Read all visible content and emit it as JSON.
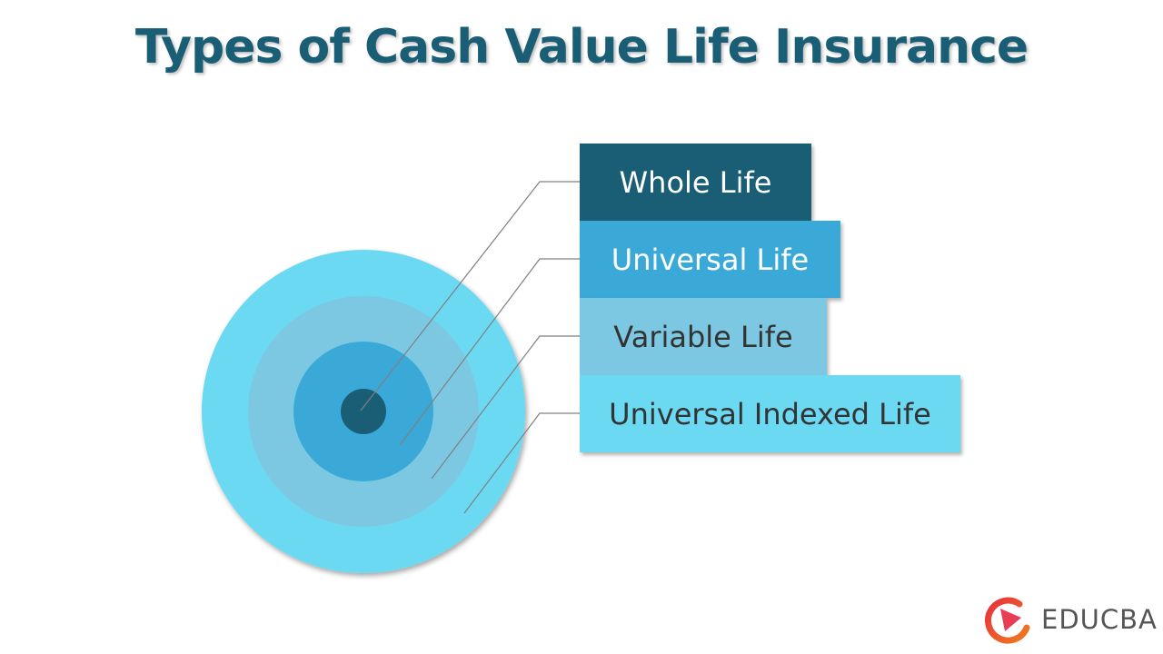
{
  "title": "Types of Cash Value Life Insurance",
  "types": [
    {
      "label": "Whole Life",
      "color": "#1a5e75",
      "text_color": "#ffffff"
    },
    {
      "label": "Universal Life",
      "color": "#3aa9d8",
      "text_color": "#ffffff"
    },
    {
      "label": "Variable Life",
      "color": "#7cc8e3",
      "text_color": "#333333"
    },
    {
      "label": "Universal Indexed Life",
      "color": "#6cd9f3",
      "text_color": "#333333"
    }
  ],
  "brand": {
    "name": "EDUCBA",
    "color": "#e8452c"
  }
}
